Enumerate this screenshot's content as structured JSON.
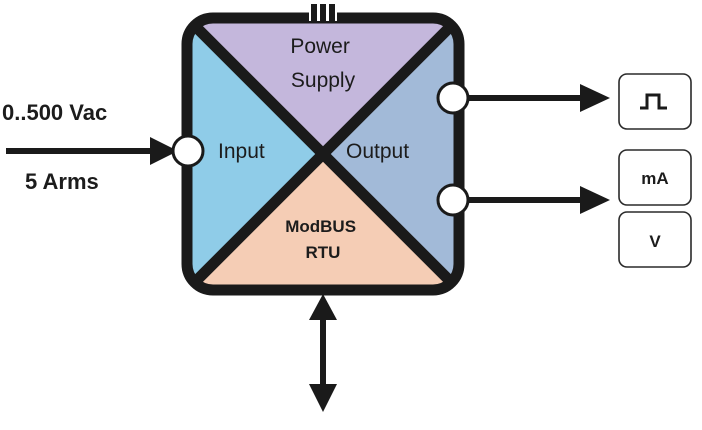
{
  "input_signal": {
    "voltage_label": "0..500 Vac",
    "current_label": "5 Arms"
  },
  "module": {
    "sections": {
      "power_supply": [
        "Power",
        "Supply"
      ],
      "input": "Input",
      "output": "Output",
      "modbus": [
        "ModBUS",
        "RTU"
      ]
    },
    "colors": {
      "power_supply": "#c4b7dc",
      "input": "#8fcce8",
      "output": "#a2bad8",
      "modbus": "#f5cdb5",
      "frame": "#1a1a1a"
    }
  },
  "outputs": [
    {
      "label": "⎍",
      "icon": "pulse-wave-icon"
    },
    {
      "label": "mA"
    },
    {
      "label": "V"
    }
  ]
}
